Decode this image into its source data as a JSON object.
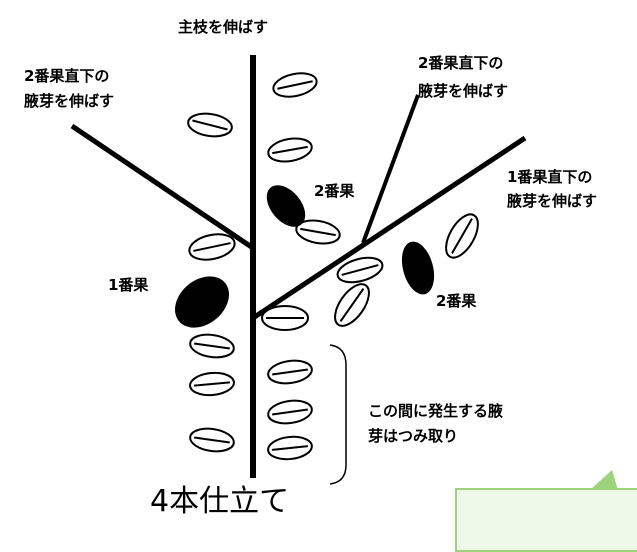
{
  "labels": {
    "main_stem": "主枝を伸ばす",
    "left_branch_line1": "2番果直下の",
    "left_branch_line2": "腋芽を伸ばす",
    "upper_right_line1": "2番果直下の",
    "upper_right_line2": "腋芽を伸ばす",
    "right_branch_line1": "1番果直下の",
    "right_branch_line2": "腋芽を伸ばす",
    "fruit_2_center": "2番果",
    "fruit_1": "1番果",
    "fruit_2_right": "2番果",
    "remove_line1": "この間に発生する腋",
    "remove_line2": "芽はつみ取り",
    "title": "4本仕立て"
  },
  "colors": {
    "stroke": "#000000",
    "fruit": "#000000",
    "note_fill": "#eef8e8",
    "note_border": "#9fd27f"
  }
}
